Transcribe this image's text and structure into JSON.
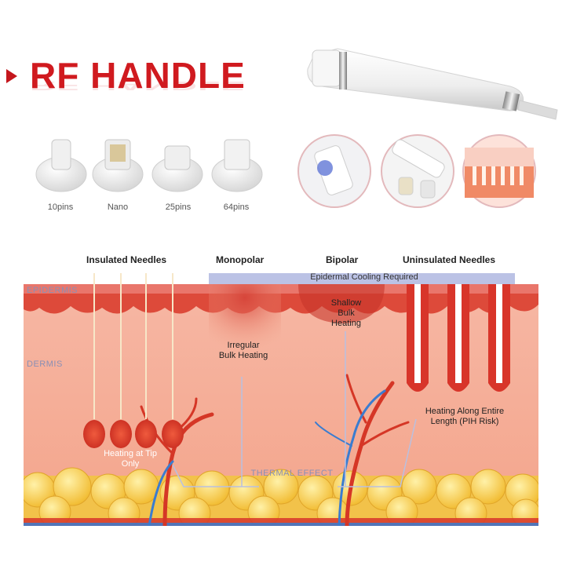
{
  "title": "RF HANDLE",
  "tips": [
    {
      "label": "10pins"
    },
    {
      "label": "Nano"
    },
    {
      "label": "25pins"
    },
    {
      "label": "64pins"
    }
  ],
  "diagram": {
    "headers": {
      "insulated": "Insulated Needles",
      "monopolar": "Monopolar",
      "bipolar": "Bipolar",
      "uninsulated": "Uninsulated Needles"
    },
    "cooling_banner": "Epidermal Cooling Required",
    "layers": {
      "epidermis": "EPIDERMIS",
      "dermis": "DERMIS"
    },
    "annotations": {
      "irregular": "Irregular Bulk Heating",
      "shallow": "Shallow Bulk Heating",
      "tip_only": "Heating at Tip Only",
      "along_length": "Heating Along Entire Length (PIH Risk)",
      "thermal_effect": "THERMAL EFFECT"
    }
  },
  "colors": {
    "brand_red": "#d01a1f",
    "skin_pink": "#f3a593",
    "fat_yellow": "#f5c638",
    "cooling_band": "#b7bfe4",
    "heat_red": "#d8352a"
  }
}
